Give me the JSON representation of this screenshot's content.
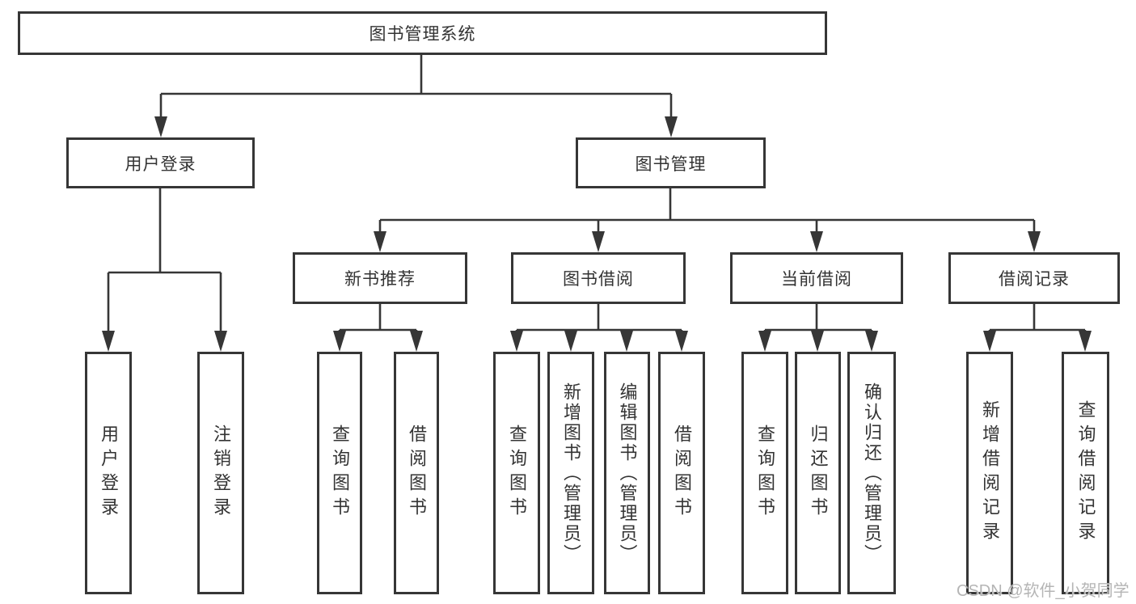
{
  "diagram_title": "图书管理系统",
  "watermark": {
    "text": "CSDN @软件_小贺同学"
  },
  "colors": {
    "line": "#363636",
    "text": "#333333",
    "watermark": "#b5b5b5",
    "background": "#ffffff"
  },
  "tree": {
    "label": "图书管理系统",
    "children": [
      {
        "label": "用户登录",
        "children": [
          {
            "label": "用户登录"
          },
          {
            "label": "注销登录"
          }
        ]
      },
      {
        "label": "图书管理",
        "children": [
          {
            "label": "新书推荐",
            "children": [
              {
                "label": "查询图书"
              },
              {
                "label": "借阅图书"
              }
            ]
          },
          {
            "label": "图书借阅",
            "children": [
              {
                "label": "查询图书"
              },
              {
                "label": "新增图书（管理员）"
              },
              {
                "label": "编辑图书（管理员）"
              },
              {
                "label": "借阅图书"
              }
            ]
          },
          {
            "label": "当前借阅",
            "children": [
              {
                "label": "查询图书"
              },
              {
                "label": "归还图书"
              },
              {
                "label": "确认归还（管理员）"
              }
            ]
          },
          {
            "label": "借阅记录",
            "children": [
              {
                "label": "新增借阅记录"
              },
              {
                "label": "查询借阅记录"
              }
            ]
          }
        ]
      }
    ]
  }
}
